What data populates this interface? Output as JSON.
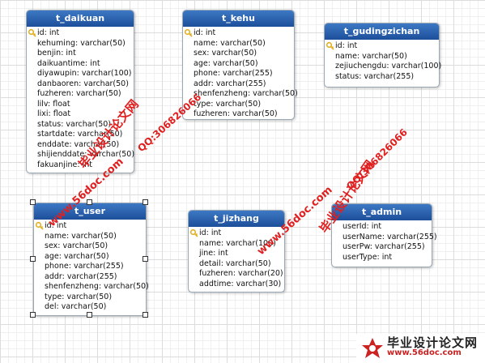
{
  "tables": {
    "t_daikuan": {
      "name": "t_daikuan",
      "fields": [
        "id: int",
        "kehuming: varchar(50)",
        "benjin: int",
        "daikuantime: int",
        "diyawupin: varchar(100)",
        "danbaoren: varchar(50)",
        "fuzheren: varchar(50)",
        "lilv: float",
        "lixi: float",
        "status: varchar(50)",
        "startdate: varchar(50)",
        "enddate: varchar(50)",
        "shijienddate: varchar(50)",
        "fakuanjine: int"
      ]
    },
    "t_kehu": {
      "name": "t_kehu",
      "fields": [
        "id: int",
        "name: varchar(50)",
        "sex: varchar(50)",
        "age: varchar(50)",
        "phone: varchar(255)",
        "addr: varchar(255)",
        "shenfenzheng: varchar(50)",
        "type: varchar(50)",
        "fuzheren: varchar(50)"
      ]
    },
    "t_gudingzichan": {
      "name": "t_gudingzichan",
      "fields": [
        "id: int",
        "name: varchar(50)",
        "zejiuchengdu: varchar(100)",
        "status: varchar(255)"
      ]
    },
    "t_user": {
      "name": "t_user",
      "fields": [
        "id: int",
        "name: varchar(50)",
        "sex: varchar(50)",
        "age: varchar(50)",
        "phone: varchar(255)",
        "addr: varchar(255)",
        "shenfenzheng: varchar(50)",
        "type: varchar(50)",
        "del: varchar(50)"
      ]
    },
    "t_jizhang": {
      "name": "t_jizhang",
      "fields": [
        "id: int",
        "name: varchar(100)",
        "jine: int",
        "detail: varchar(50)",
        "fuzheren: varchar(20)",
        "addtime: varchar(30)"
      ]
    },
    "t_admin": {
      "name": "t_admin",
      "fields": [
        "userId: int",
        "userName: varchar(255)",
        "userPw: varchar(255)",
        "userType: int"
      ]
    }
  },
  "watermarks": {
    "cn": "毕业设计论文网",
    "qq": "QQ:306826066",
    "site": "www.56doc.com"
  },
  "footer": {
    "cn": "毕业设计论文网",
    "site": "www.56doc.com"
  },
  "colors": {
    "header_top": "#3d78c4",
    "header_bottom": "#1d4f9a",
    "watermark": "#e02020",
    "key_icon": "#e0b020"
  }
}
